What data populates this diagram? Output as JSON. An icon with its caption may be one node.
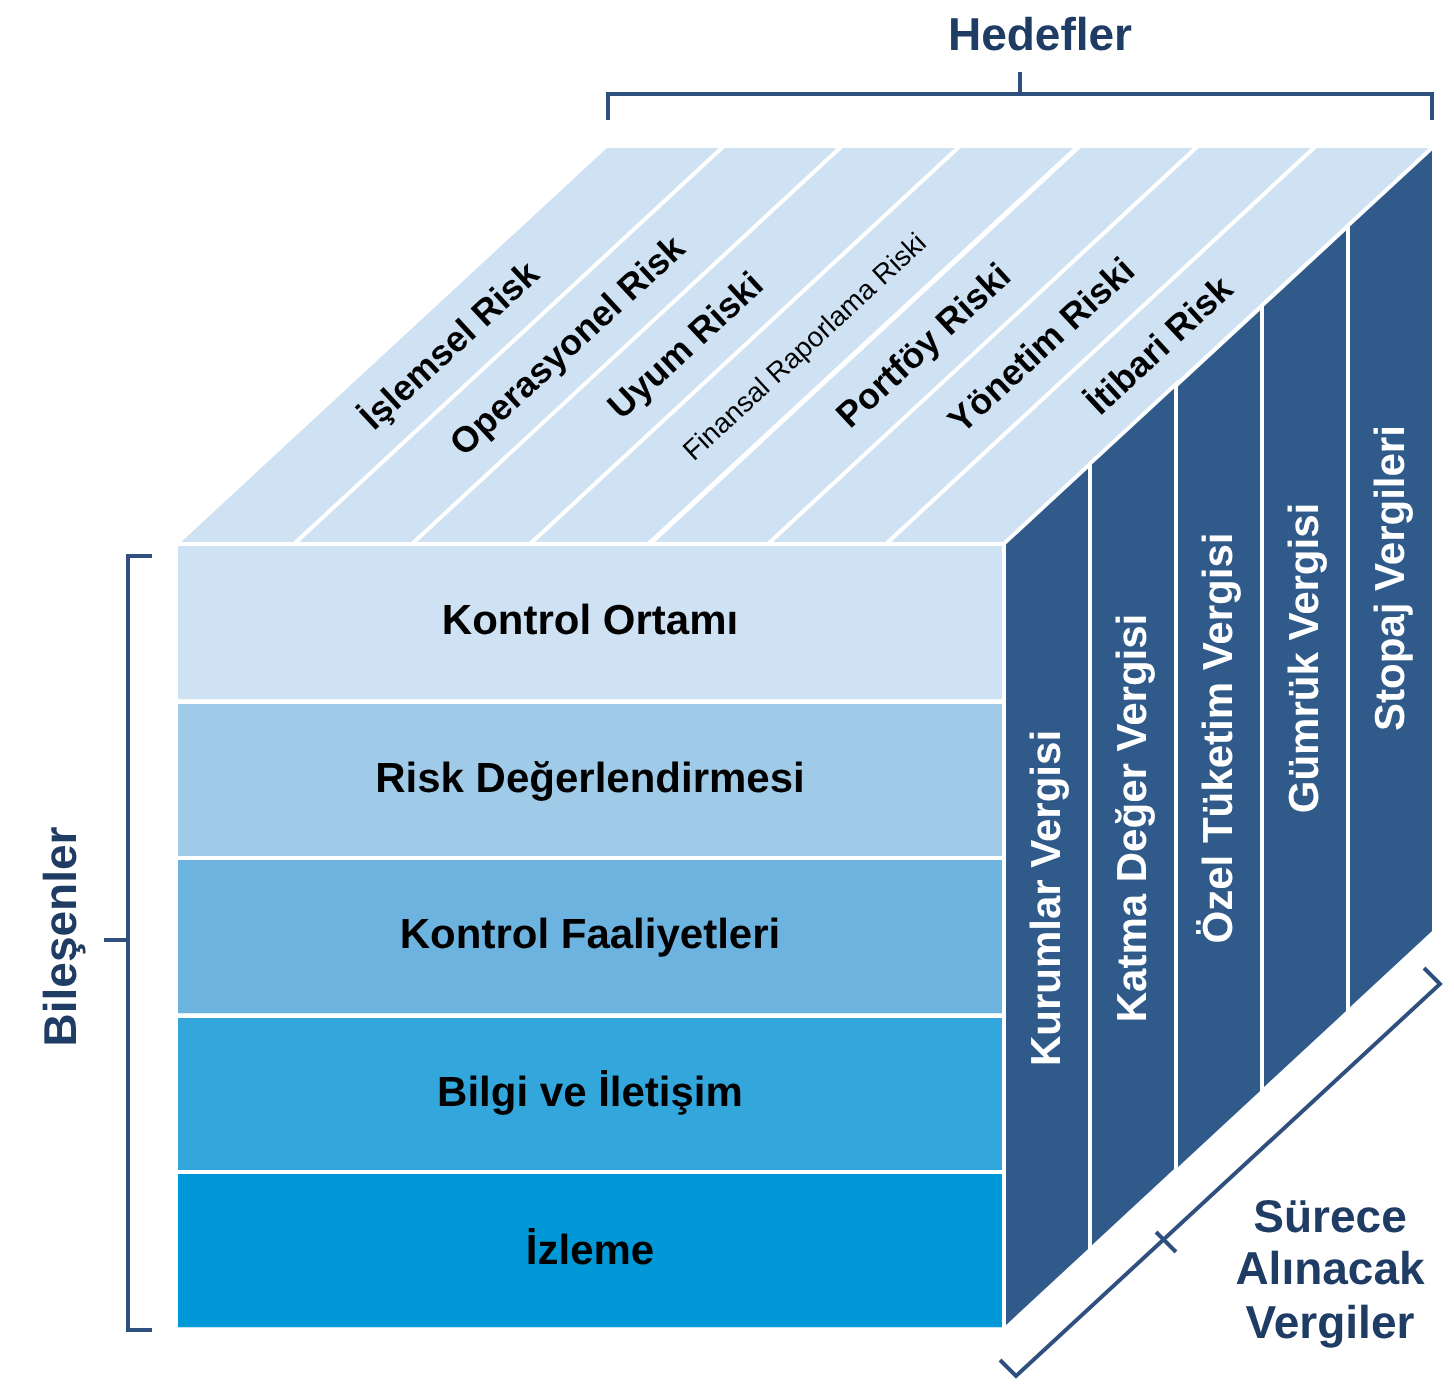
{
  "diagram": {
    "nodes": [
      {
        "text": [
          "İşlemsel Risk"
        ]
      },
      {
        "text": [
          "Operasyonel Risk"
        ]
      },
      {
        "text": [
          "Uyum Riski"
        ]
      },
      {
        "text": [
          "Finansal Raporlama Riski"
        ]
      },
      {
        "text": [
          "Portföy Riski"
        ]
      },
      {
        "text": [
          "Yönetim Riski"
        ]
      },
      {
        "text": [
          "İtibari Risk"
        ]
      },
      {
        "text": [
          "Kontrol Ortamı"
        ]
      },
      {
        "text": [
          "Risk Değerlendirmesi"
        ]
      },
      {
        "text": [
          "Kontrol Faaliyetleri"
        ]
      },
      {
        "text": [
          "Bilgi ve İletişim"
        ]
      },
      {
        "text": [
          "İzleme"
        ]
      },
      {
        "text": [
          "Kurumlar Vergisi"
        ]
      },
      {
        "text": [
          "Katma Değer Vergisi"
        ]
      },
      {
        "text": [
          "Özel Tüketim Vergisi"
        ]
      },
      {
        "text": [
          "Gümrük Vergisi"
        ]
      },
      {
        "text": [
          "Stopaj Vergileri"
        ]
      }
    ],
    "labels": [
      "Hedefler",
      "Bileşenler",
      "Sürece Alınacak Vergiler"
    ]
  }
}
